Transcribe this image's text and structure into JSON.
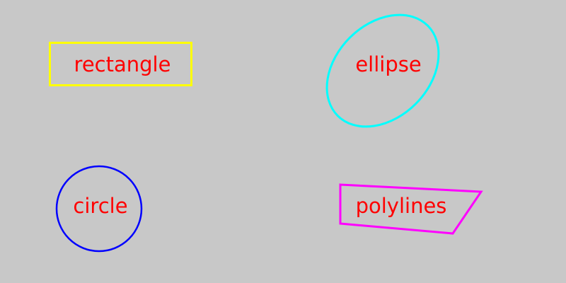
{
  "canvas": {
    "background": "#c8c8c8",
    "label_color": "#ff0000"
  },
  "shapes": {
    "rectangle": {
      "label": "rectangle",
      "stroke": "#ffff00"
    },
    "ellipse": {
      "label": "ellipse",
      "stroke": "#00ffff"
    },
    "circle": {
      "label": "circle",
      "stroke": "#0000ff"
    },
    "polylines": {
      "label": "polylines",
      "stroke": "#ff00ff"
    }
  }
}
